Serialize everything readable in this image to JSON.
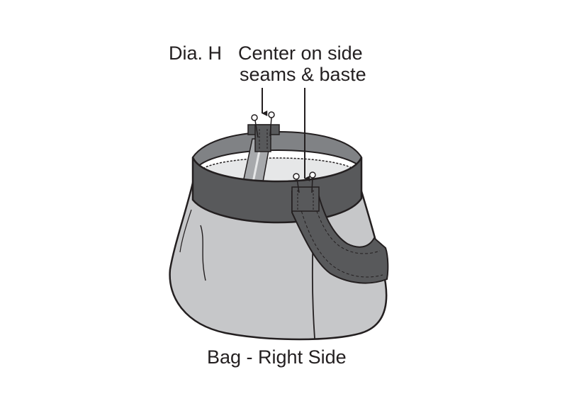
{
  "diagram_label": "Dia. H",
  "callout": {
    "line1": "Center on side",
    "line2": "seams & baste"
  },
  "caption": "Bag - Right Side",
  "colors": {
    "outline": "#231f20",
    "bag_fabric": "#c6c7c9",
    "lining": "#e6e7e8",
    "band": "#58595b",
    "band_inner": "#808285",
    "strap_stripe": "#a7a9ac",
    "pin_head": "#ffffff"
  },
  "icons": [
    "pin-icon",
    "arrow-down-icon"
  ]
}
